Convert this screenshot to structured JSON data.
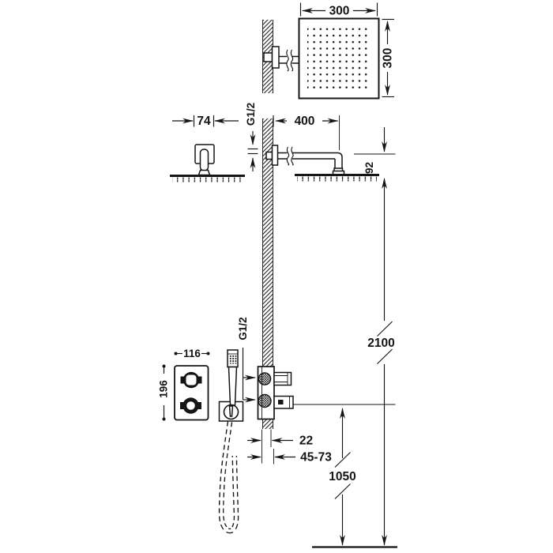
{
  "drawing": {
    "kind": "concealed thermostatic shower system installation diagram",
    "labels": {
      "head_width": "300",
      "head_height": "300",
      "arm_flange_width": "74",
      "arm_thread": "G1/2",
      "arm_length": "400",
      "head_offset": "92",
      "overall_height": "2100",
      "valve_thread": "G1/2",
      "plate_width": "116",
      "plate_height": "196",
      "wall_clearance": "22",
      "install_depth_range": "45-73",
      "valve_height": "1050"
    }
  }
}
